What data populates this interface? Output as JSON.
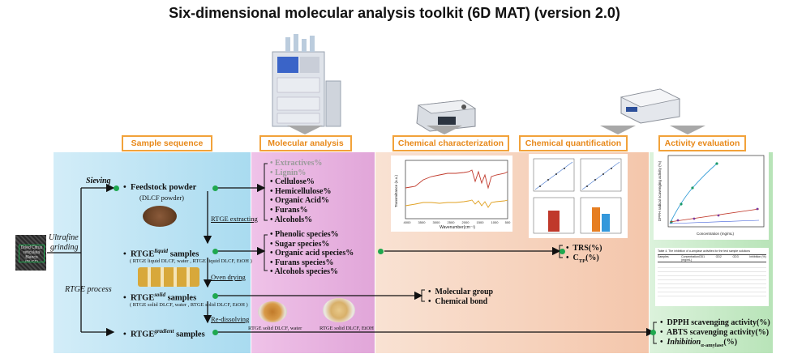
{
  "title": "Six-dimensional molecular analysis toolkit (6D MAT) (version 2.0)",
  "headers": {
    "sample_sequence": "Sample sequence",
    "molecular_analysis": "Molecular analysis",
    "chemical_characterization": "Chemical characterization",
    "chemical_quantification": "Chemical quantification",
    "activity_evaluation": "Activity evaluation"
  },
  "left": {
    "sample_label": "Dried Citrus reticulata Blanco (DLCF)",
    "sieving": "Sieving",
    "ultrafine": "Ultrafine",
    "grinding": "grinding",
    "rtge_process": "RTGE process"
  },
  "samples": {
    "feedstock": "Feedstock powder",
    "feedstock_sub": "(DLCF powder)",
    "rtge_extracting": "RTGE extracting",
    "liquid_pre": "RTGE",
    "liquid_sup": "liquid",
    "liquid_post": " samples",
    "liquid_sub": "( RTGE liquid DLCF, water , RTGE liquid DLCF, EtOH )",
    "oven_drying": "Oven drying",
    "solid_pre": "RTGE",
    "solid_sup": "solid",
    "solid_post": " samples",
    "solid_sub": "( RTGE solid DLCF, water , RTGE solid DLCF, EtOH )",
    "redissolving": "Re-dissolving",
    "gradient_pre": "RTGE",
    "gradient_sup": "gradient",
    "gradient_post": " samples",
    "dish_label_1": "RTGE solid DLCF, water",
    "dish_label_2": "RTGE solid DLCF, EtOH"
  },
  "molecular": {
    "group1": [
      "Extractives%",
      "Lignin%",
      "Cellulose%",
      "Hemicellulose%",
      "Organic Acid%",
      "Furans%",
      "Alcohols%"
    ],
    "group2": [
      "Phenolic species%",
      "Sugar species%",
      "Organic acid species%",
      "Furans species%",
      "Alcohols species%"
    ]
  },
  "characterization": {
    "items": [
      "Molecular group",
      "Chemical bond"
    ]
  },
  "quantification": {
    "trs": "TRS(%)",
    "ctp_pre": "C",
    "ctp_sub": "TP",
    "ctp_post": "(%)"
  },
  "activity": {
    "dpph": "DPPH scavenging activity(%)",
    "abts": "ABTS scavenging activity(%)",
    "inhib_pre": "Inhibition",
    "inhib_sub": "α-amylase",
    "inhib_post": "(%)",
    "plot_ylabel": "DPPH radical scavenging activity (%)",
    "plot_xlabel": "Concentration (mg/mL)",
    "table_caption": "Table 4. The inhibition of α-amylase activities for the test sample solutions",
    "table_header": [
      "Samples",
      "Concentration (mg/mL)",
      "OD1",
      "OD2",
      "OD3",
      "Inhibition (%)"
    ]
  },
  "ftir": {
    "xlabel": "Wavenumber(cm⁻¹)",
    "ylabel": "Transmittance (a.u.)",
    "ticks": [
      "4000",
      "3500",
      "3000",
      "2500",
      "2000",
      "1500",
      "1000",
      "500"
    ]
  },
  "colors": {
    "accent": "#f2a23a",
    "dot": "#1fa84f",
    "panel_blue": "#bfe3f3",
    "panel_pink": "#eab3e0",
    "panel_peach": "#f7d3bd",
    "panel_green": "#cdeccd"
  }
}
